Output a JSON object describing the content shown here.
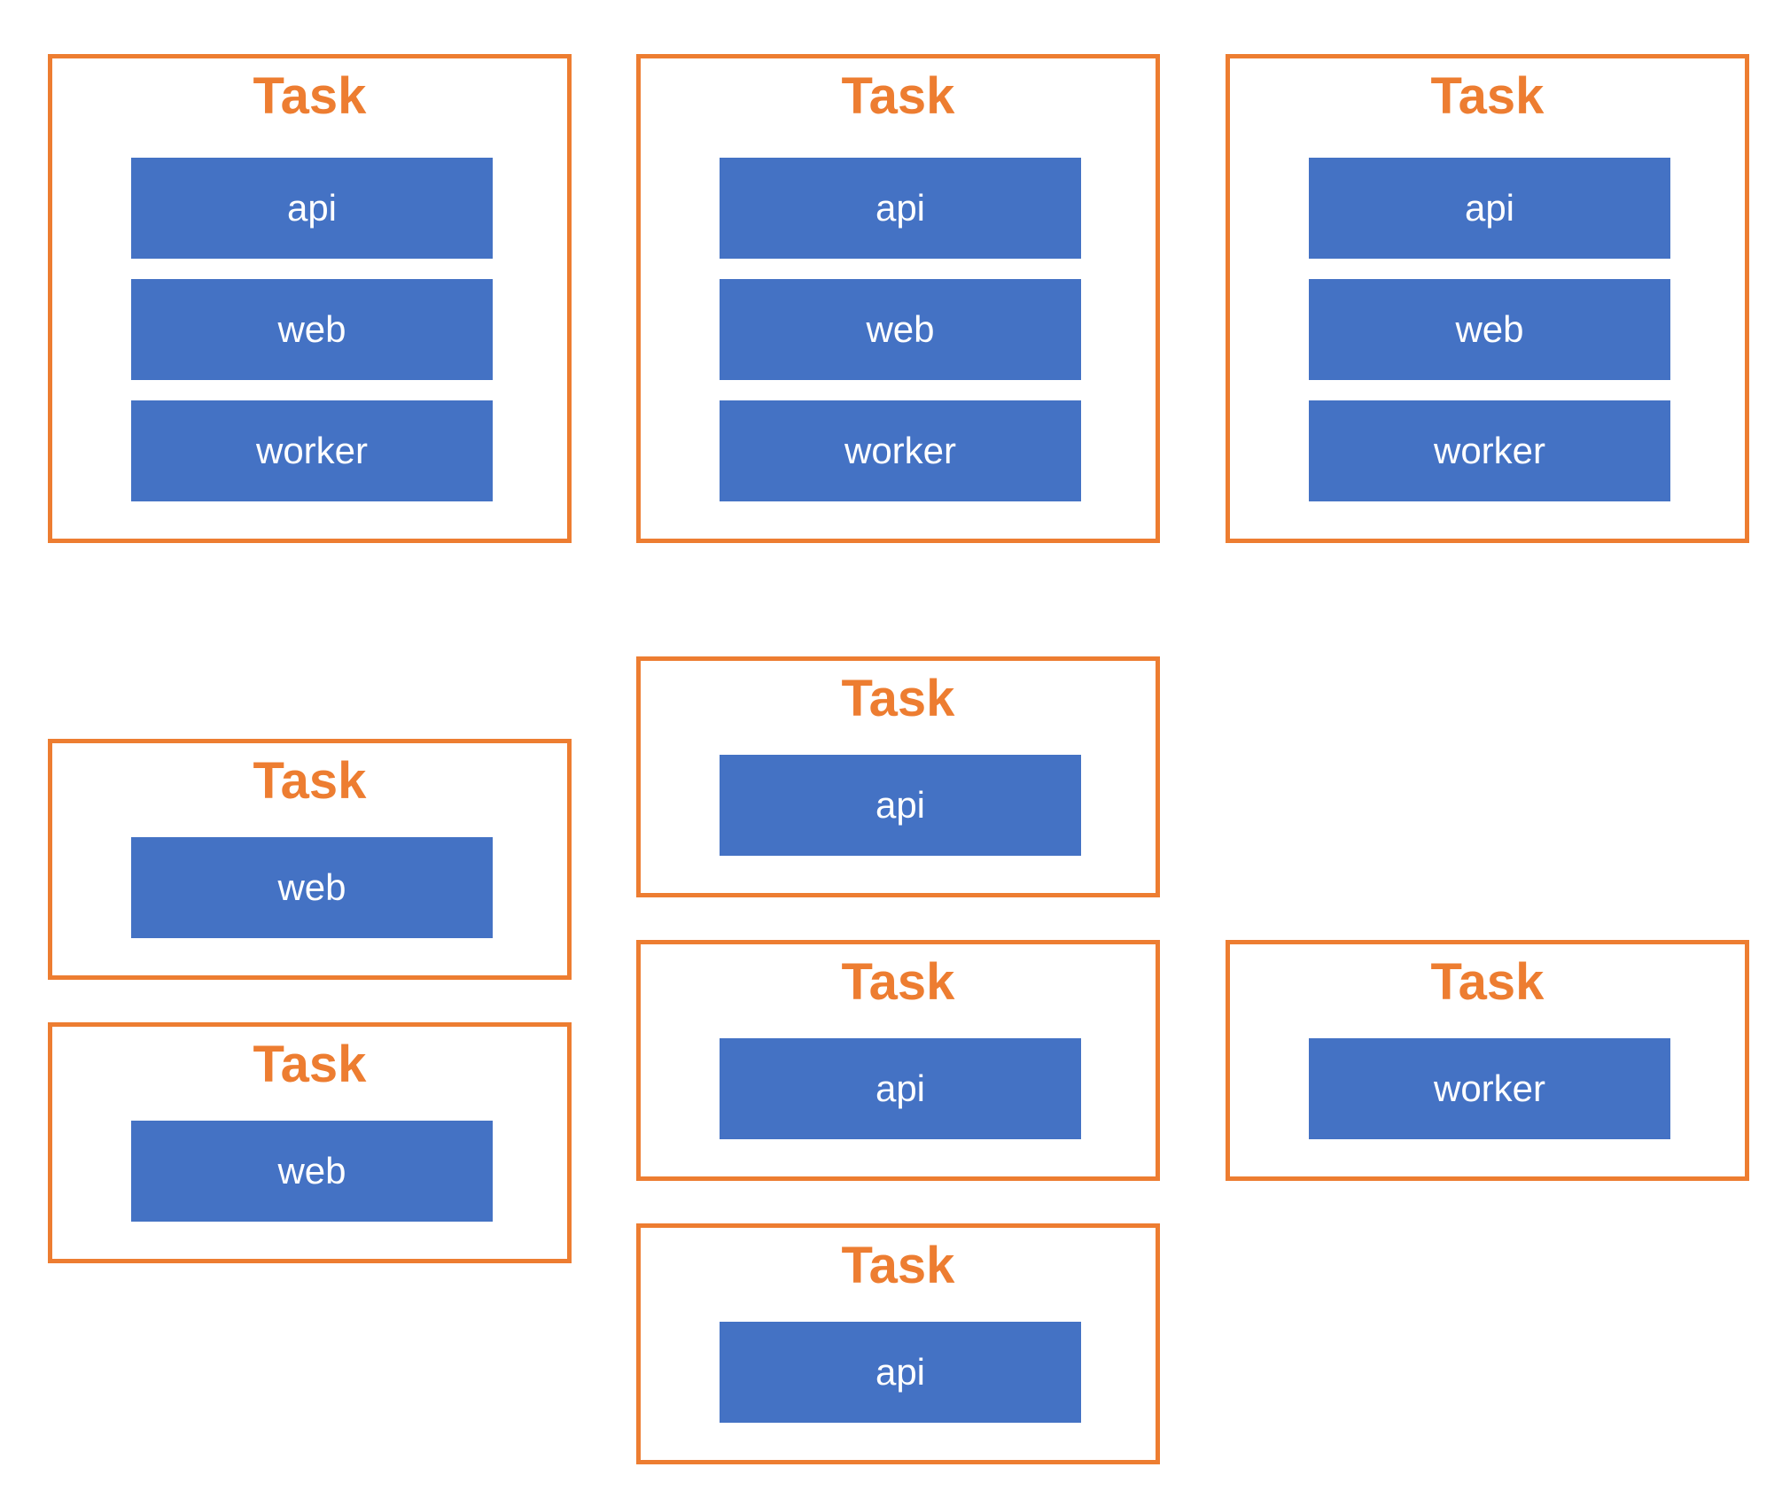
{
  "tasks": [
    {
      "title": "Task",
      "services": [
        "api",
        "web",
        "worker"
      ]
    },
    {
      "title": "Task",
      "services": [
        "api",
        "web",
        "worker"
      ]
    },
    {
      "title": "Task",
      "services": [
        "api",
        "web",
        "worker"
      ]
    },
    {
      "title": "Task",
      "services": [
        "web"
      ]
    },
    {
      "title": "Task",
      "services": [
        "web"
      ]
    },
    {
      "title": "Task",
      "services": [
        "api"
      ]
    },
    {
      "title": "Task",
      "services": [
        "api"
      ]
    },
    {
      "title": "Task",
      "services": [
        "api"
      ]
    },
    {
      "title": "Task",
      "services": [
        "worker"
      ]
    }
  ],
  "colors": {
    "task_border": "#ED7D31",
    "task_title": "#ED7D31",
    "service_fill": "#4472C4",
    "service_text": "#FFFFFF"
  }
}
